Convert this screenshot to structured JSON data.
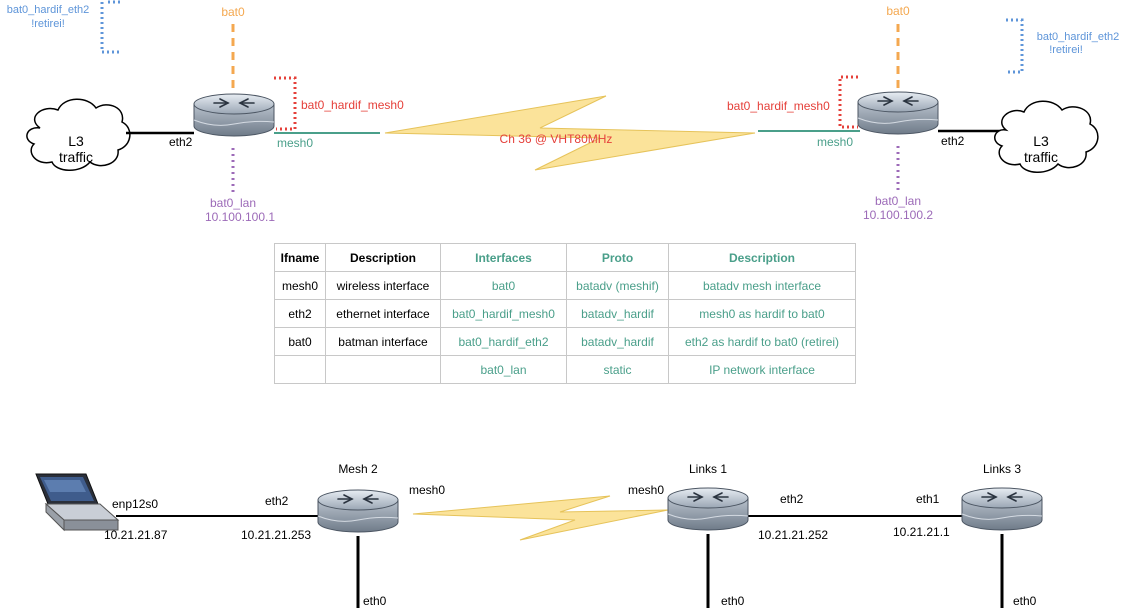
{
  "top_diagram": {
    "left_router": {
      "bat0_label": "bat0",
      "hardif_eth2_line1": "bat0_hardif_eth2",
      "hardif_eth2_line2": "!retirei!",
      "hardif_mesh0_label": "bat0_hardif_mesh0",
      "eth2_label": "eth2",
      "mesh0_label": "mesh0",
      "lan_label": "bat0_lan",
      "lan_ip": "10.100.100.1",
      "cloud_line1": "L3",
      "cloud_line2": "traffic"
    },
    "right_router": {
      "bat0_label": "bat0",
      "hardif_eth2_line1": "bat0_hardif_eth2",
      "hardif_eth2_line2": "!retirei!",
      "hardif_mesh0_label": "bat0_hardif_mesh0",
      "eth2_label": "eth2",
      "mesh0_label": "mesh0",
      "lan_label": "bat0_lan",
      "lan_ip": "10.100.100.2",
      "cloud_line1": "L3",
      "cloud_line2": "traffic"
    },
    "link_label": "Ch 36 @ VHT80MHz"
  },
  "table": {
    "headers": [
      "Ifname",
      "Description",
      "Interfaces",
      "Proto",
      "Description"
    ],
    "rows": [
      [
        "mesh0",
        "wireless interface",
        "bat0",
        "batadv (meshif)",
        "batadv mesh interface"
      ],
      [
        "eth2",
        "ethernet interface",
        "bat0_hardif_mesh0",
        "batadv_hardif",
        "mesh0 as hardif to bat0"
      ],
      [
        "bat0",
        "batman interface",
        "bat0_hardif_eth2",
        "batadv_hardif",
        "eth2 as hardif to bat0 (retirei)"
      ],
      [
        "",
        "",
        "bat0_lan",
        "static",
        "IP network interface"
      ]
    ]
  },
  "bottom_diagram": {
    "laptop_iface": "enp12s0",
    "laptop_ip": "10.21.21.87",
    "mesh2": {
      "title": "Mesh 2",
      "eth2": "eth2",
      "ip": "10.21.21.253",
      "mesh0": "mesh0",
      "eth0": "eth0"
    },
    "links1": {
      "title": "Links  1",
      "mesh0": "mesh0",
      "eth2": "eth2",
      "ip": "10.21.21.252",
      "eth0": "eth0"
    },
    "links3": {
      "title": "Links 3",
      "eth1": "eth1",
      "ip": "10.21.21.1",
      "eth0": "eth0"
    }
  },
  "colors": {
    "orange": "#f4a850",
    "red": "#e5403a",
    "blue": "#5e95d9",
    "teal": "#4a9f8a",
    "purple": "#9c6ab8",
    "lightning_fill": "#fbe39a",
    "lightning_stroke": "#e6c35a"
  }
}
